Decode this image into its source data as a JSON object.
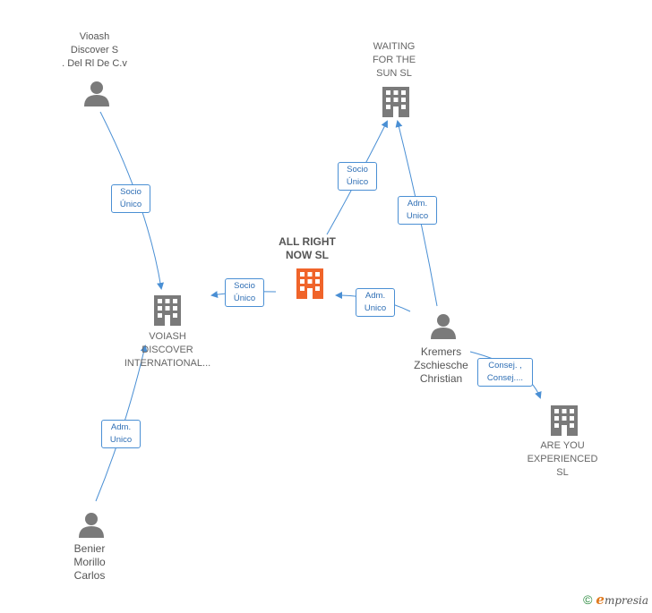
{
  "nodes": {
    "vioash_person": {
      "label": "Vioash\nDiscover S\n.  Del Rl De C.v"
    },
    "waiting_for_the_sun": {
      "label": "WAITING\nFOR THE\nSUN  SL"
    },
    "all_right_now": {
      "label": "ALL RIGHT\nNOW  SL"
    },
    "voiash_discover": {
      "label": "VOIASH\nDISCOVER\nINTERNATIONAL..."
    },
    "kremers": {
      "label": "Kremers\nZschiesche\nChristian"
    },
    "are_you_experienced": {
      "label": "ARE YOU\nEXPERIENCED\nSL"
    },
    "benier": {
      "label": "Benier\nMorillo\nCarlos"
    }
  },
  "edges": {
    "vioash_to_voiash": {
      "label": "Socio\nÚnico"
    },
    "allright_to_waiting": {
      "label": "Socio\nÚnico"
    },
    "kremers_to_waiting": {
      "label": "Adm.\nUnico"
    },
    "allright_to_voiash": {
      "label": "Socio\nÚnico"
    },
    "kremers_to_allright": {
      "label": "Adm.\nUnico"
    },
    "kremers_to_areyou": {
      "label": "Consej. ,\nConsej...."
    },
    "benier_to_voiash": {
      "label": "Adm.\nUnico"
    }
  },
  "colors": {
    "edge": "#4a8fd4",
    "company_icon": "#7a7a7a",
    "focus_icon": "#f0642a",
    "person_icon": "#7a7a7a"
  },
  "footer": {
    "copyright": "©",
    "brand": "mpresia",
    "brand_initial": "e"
  }
}
